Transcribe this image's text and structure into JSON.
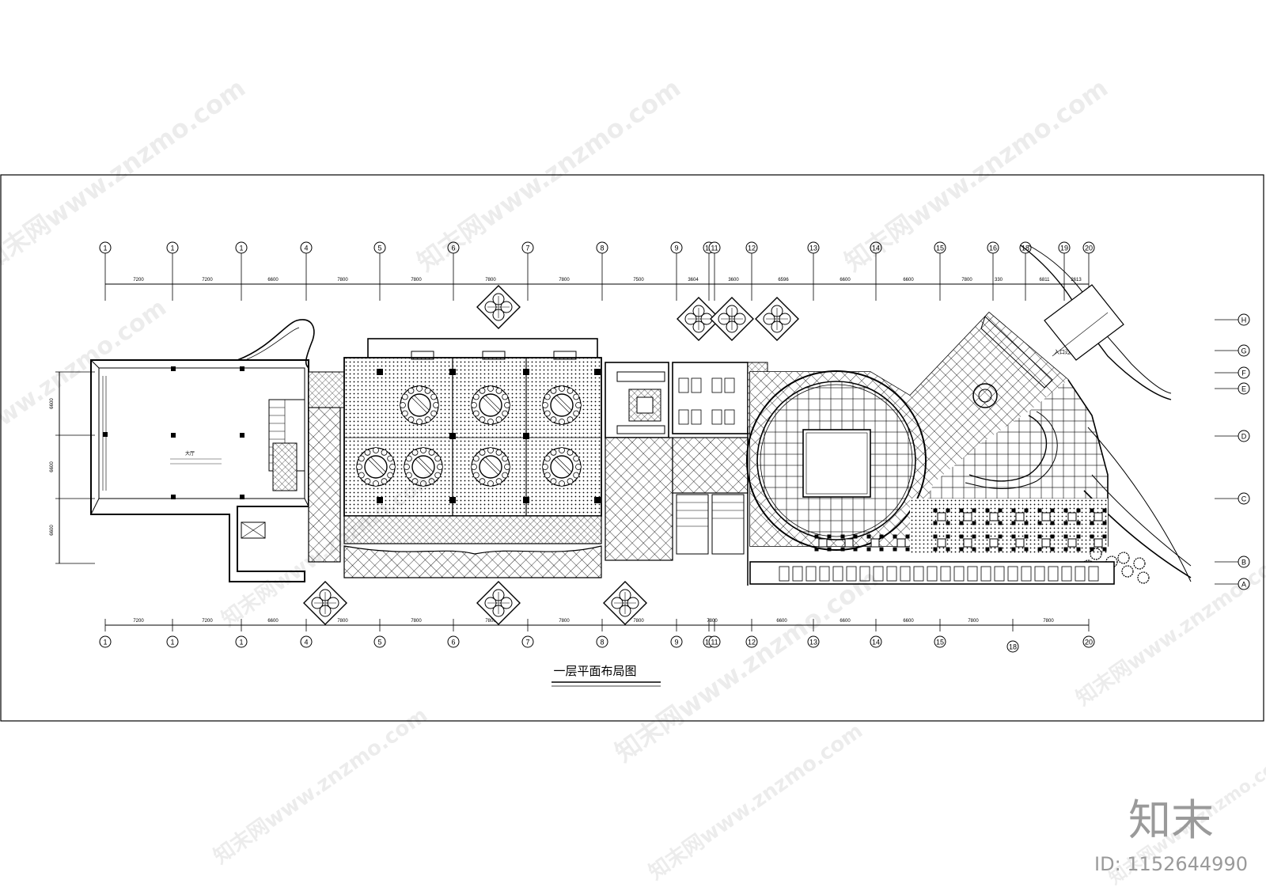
{
  "drawing": {
    "title": "一层平面布局图",
    "grid_top": {
      "labels": [
        "1",
        "1",
        "1",
        "4",
        "5",
        "6",
        "7",
        "8",
        "9",
        "10",
        "11",
        "12",
        "13",
        "14",
        "15",
        "16",
        "18",
        "19",
        "20"
      ],
      "dims": [
        "7200",
        "7200",
        "6600",
        "7800",
        "7800",
        "7800",
        "7800",
        "7500",
        "3604",
        "3600",
        "6596",
        "6600",
        "6600",
        "7800",
        "330",
        "6811",
        "2613"
      ]
    },
    "grid_bottom": {
      "labels": [
        "1",
        "1",
        "1",
        "4",
        "5",
        "6",
        "7",
        "8",
        "9",
        "10",
        "11",
        "12",
        "13",
        "14",
        "15",
        "18",
        "20"
      ],
      "dims": [
        "7200",
        "7200",
        "6600",
        "7800",
        "7800",
        "7800",
        "7800",
        "7800",
        "7800",
        "6600",
        "6600",
        "6600",
        "7800",
        "7800"
      ]
    },
    "grid_right": {
      "labels": [
        "H",
        "G",
        "F",
        "E",
        "D",
        "C",
        "B",
        "A"
      ]
    },
    "grid_left": {
      "dims": [
        "6600",
        "6600",
        "6600"
      ]
    },
    "room_notes": [
      "入口过厅",
      "大厅"
    ]
  },
  "watermark": {
    "text": "知末网www.znzmo.com",
    "brand": "知末",
    "id": "ID: 1152644990"
  }
}
